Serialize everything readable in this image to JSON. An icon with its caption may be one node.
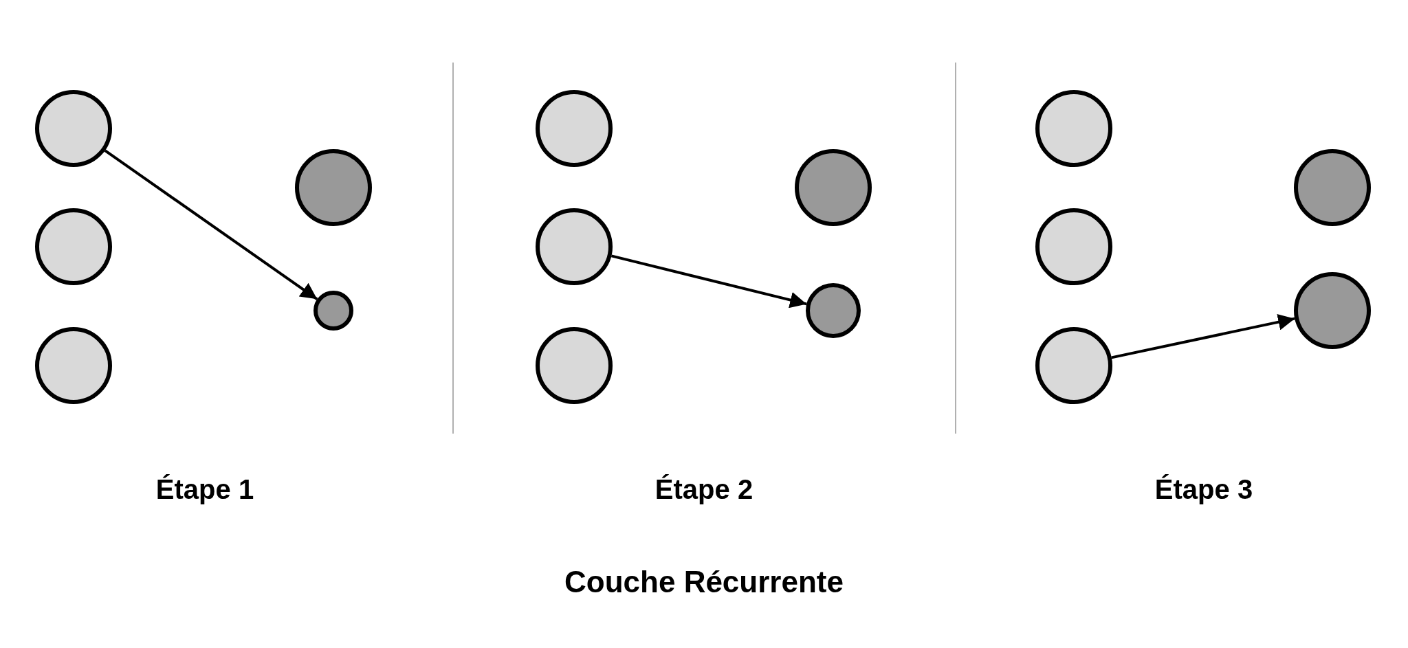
{
  "diagram": {
    "title": "Couche Récurrente",
    "nodes": [
      {
        "text": [],
        "shape": "circle"
      },
      {
        "text": [],
        "shape": "circle"
      },
      {
        "text": [],
        "shape": "circle"
      },
      {
        "text": [],
        "shape": "circle"
      },
      {
        "text": [],
        "shape": "circle"
      },
      {
        "text": [],
        "shape": "circle"
      },
      {
        "text": [],
        "shape": "circle"
      },
      {
        "text": [],
        "shape": "circle"
      },
      {
        "text": [],
        "shape": "circle"
      },
      {
        "text": [],
        "shape": "circle"
      },
      {
        "text": [],
        "shape": "circle"
      },
      {
        "text": [],
        "shape": "circle"
      },
      {
        "text": [],
        "shape": "circle"
      },
      {
        "text": [],
        "shape": "circle"
      },
      {
        "text": [],
        "shape": "circle"
      }
    ],
    "edges": [
      {
        "from": 0,
        "to": 4,
        "arrow": "to"
      },
      {
        "from": 6,
        "to": 9,
        "arrow": "to"
      },
      {
        "from": 12,
        "to": 14,
        "arrow": "to"
      }
    ],
    "labels": [
      "Étape 1",
      "Étape 2",
      "Étape 3"
    ]
  }
}
